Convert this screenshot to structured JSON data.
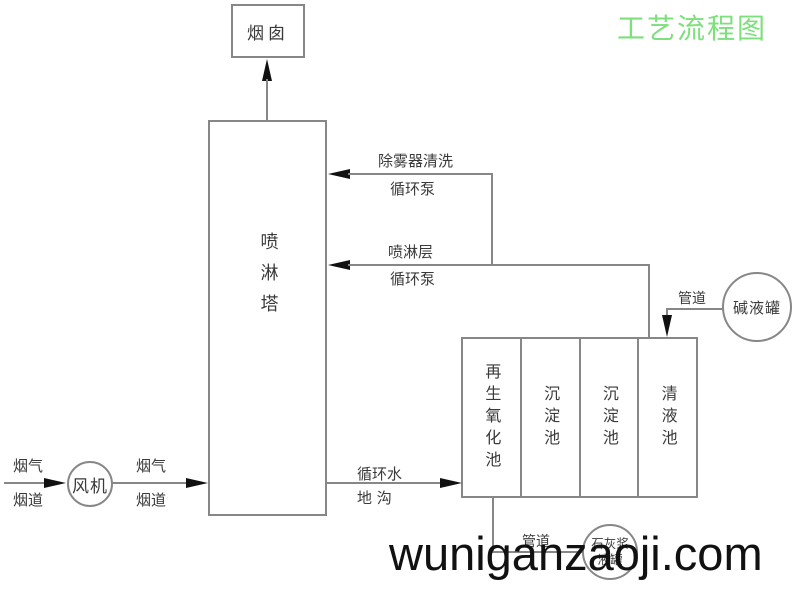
{
  "title": "工艺流程图",
  "watermark": "wuniganzaoji.com",
  "colors": {
    "title_green": "#7de07d",
    "line_gray": "#878787",
    "arrow_black": "#111111"
  },
  "nodes": {
    "chimney": "烟囱",
    "spray_tower": "喷淋塔",
    "fan": "风机",
    "alkali_tank": "碱液罐",
    "lime_tank": {
      "line1": "石灰浆",
      "line2": "液罐"
    },
    "pools": [
      "再生氧化池",
      "沉淀池",
      "沉淀池",
      "清液池"
    ]
  },
  "labels": {
    "inlet_duct": {
      "line1": "烟气",
      "line2": "烟道"
    },
    "fan_to_tower_duct": {
      "line1": "烟气",
      "line2": "烟道"
    },
    "demister_wash_pump": {
      "line1": "除雾器清洗",
      "line2": "循环泵"
    },
    "spray_layer_pump": {
      "line1": "喷淋层",
      "line2": "循环泵"
    },
    "alkali_pipe": "管道",
    "circulating_water_ditch": {
      "line1": "循环水",
      "line2": "地 沟"
    },
    "lime_pipe": "管道"
  }
}
